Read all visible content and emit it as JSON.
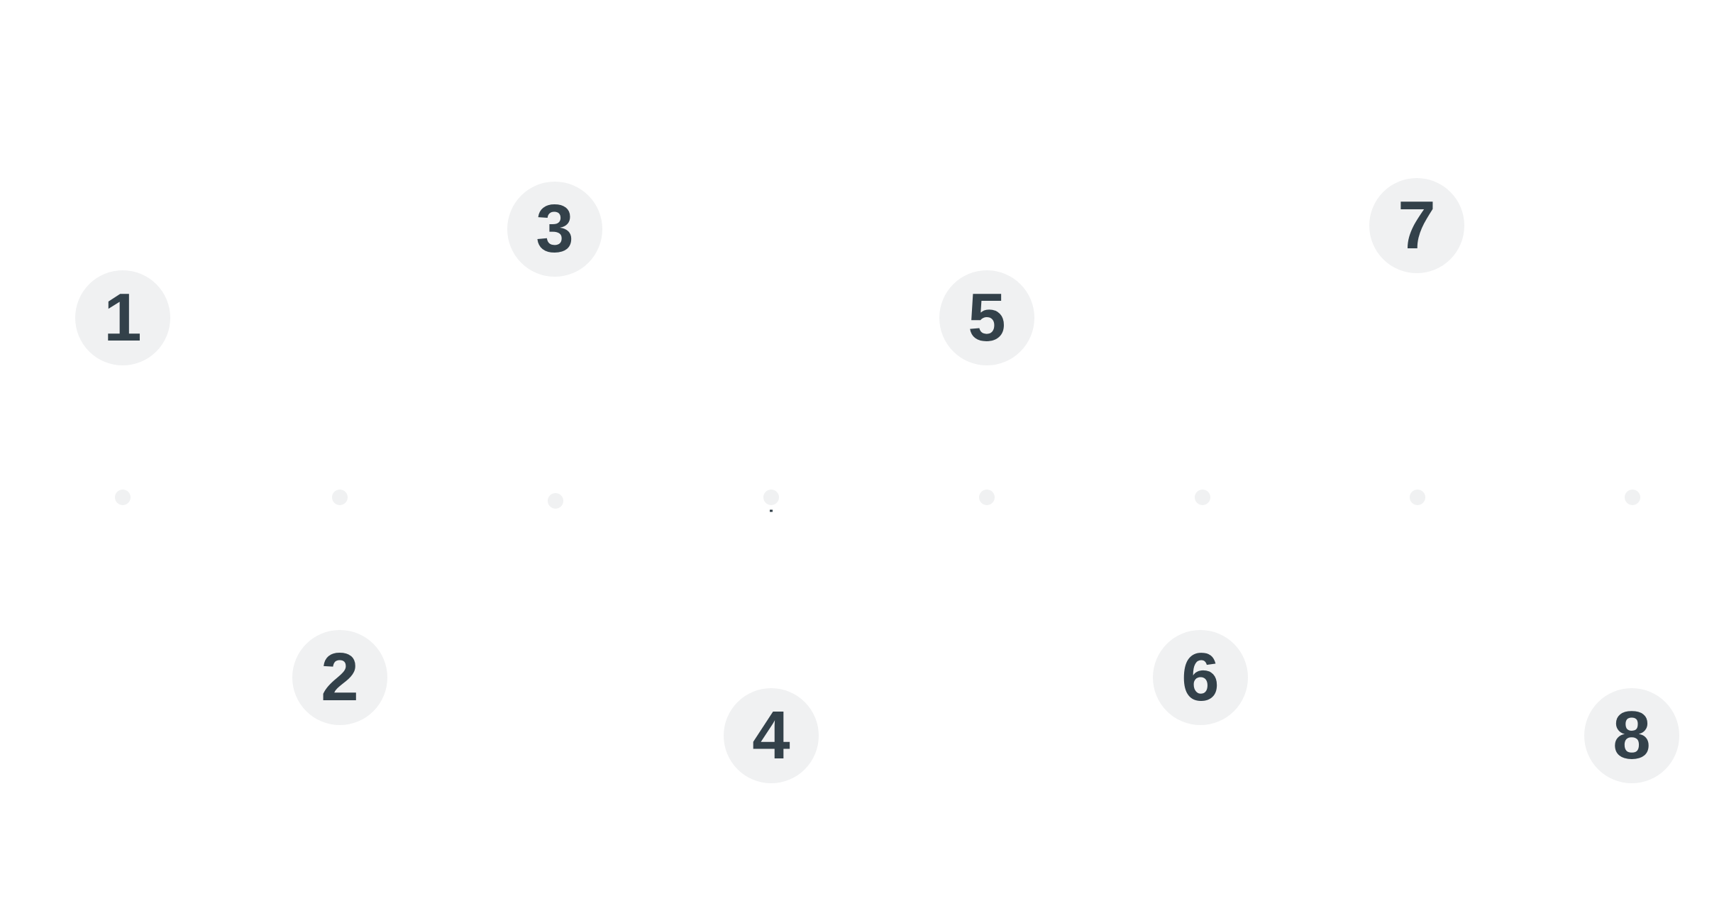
{
  "timeline": {
    "colors": {
      "dot": "#f0f1f2",
      "badge_background": "#f0f1f2",
      "badge_text": "#33414a",
      "page_background": "#ffffff"
    },
    "steps": [
      {
        "number": "1",
        "position": "above"
      },
      {
        "number": "2",
        "position": "below"
      },
      {
        "number": "3",
        "position": "above"
      },
      {
        "number": "4",
        "position": "below"
      },
      {
        "number": "5",
        "position": "above"
      },
      {
        "number": "6",
        "position": "below"
      },
      {
        "number": "7",
        "position": "above"
      },
      {
        "number": "8",
        "position": "below"
      }
    ]
  }
}
